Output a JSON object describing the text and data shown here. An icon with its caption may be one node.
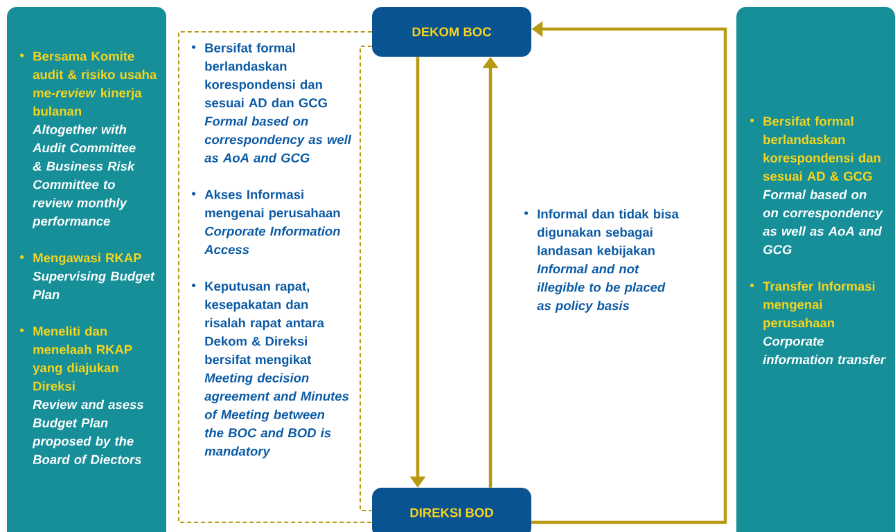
{
  "diagram": {
    "nodes": [
      {
        "text": [
          "Bersama Komite audit & risiko usaha me-*review* kinerja bulanan",
          "Altogether with Audit Committee & Business Risk Committee to review monthly performance",
          "Mengawasi RKAP",
          "Supervising Budget Plan",
          "Meneliti dan menelaah RKAP yang diajukan Direksi",
          "Review and asess Budget Plan proposed by the Board of Diectors"
        ]
      },
      {
        "text": [
          "DEKOM BOC"
        ]
      },
      {
        "text": [
          "DIREKSI BOD"
        ]
      },
      {
        "text": [
          "Bersifat formal berlandaskan korespondensi dan sesuai AD & GCG",
          "Formal based on on correspondency as well as AoA and GCG",
          "Transfer Informasi mengenai perusahaan",
          "Corporate information transfer"
        ]
      }
    ],
    "edges": [
      {
        "from": 1,
        "to": 2,
        "arrow": "to"
      },
      {
        "from": 2,
        "to": 1,
        "arrow": "to"
      },
      {
        "from": 2,
        "to": 1,
        "arrow": "to"
      },
      {
        "from": 1,
        "to": 2,
        "arrow": "none",
        "style": "dashed"
      },
      {
        "from": 1,
        "to": 2,
        "arrow": "none",
        "style": "dashed"
      }
    ],
    "labels": [
      "Bersifat formal berlandaskan korespondensi dan sesuai AD dan GCG",
      "Formal based on correspondency as well as AoA and GCG",
      "Akses Informasi mengenai perusahaan",
      "Corporate Information Access",
      "Keputusan rapat, kesepakatan dan risalah rapat antara Dekom & Direksi bersifat mengikat",
      "Meeting decision agreement and Minutes of Meeting between the BOC and BOD is mandatory",
      "Informal dan tidak bisa digunakan sebagai landasan kebijakan",
      "Informal and not illegible to be placed as policy basis"
    ]
  }
}
